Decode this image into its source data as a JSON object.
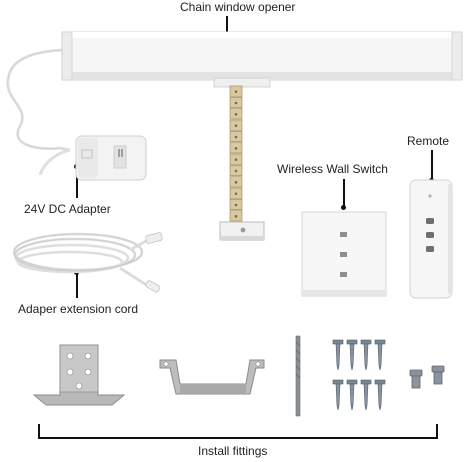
{
  "labels": {
    "opener": "Chain window opener",
    "adapter": "24V DC Adapter",
    "wall_switch": "Wireless Wall Switch",
    "remote": "Remote",
    "extension": "Adaper extension cord",
    "fittings": "Install fittings"
  },
  "colors": {
    "white_plastic": "#f4f4f4",
    "shadow": "#d9d9d9",
    "chain": "#d8c9a6",
    "metal": "#b8b8b8",
    "screw": "#6c7a88",
    "leader": "#111111"
  }
}
